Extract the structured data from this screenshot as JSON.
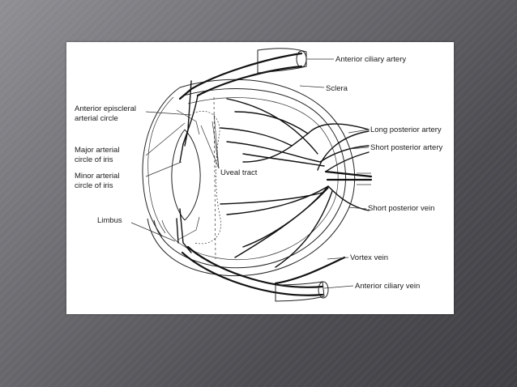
{
  "labels": {
    "anterior_ciliary_artery": "Anterior ciliary artery",
    "sclera": "Sclera",
    "anterior_episcleral_1": "Anterior episcleral",
    "anterior_episcleral_2": "arterial circle",
    "long_posterior_artery": "Long posterior artery",
    "short_posterior_artery": "Short posterior artery",
    "major_arterial_1": "Major arterial",
    "major_arterial_2": "circle of iris",
    "uveal_tract": "Uveal tract",
    "minor_arterial_1": "Minor arterial",
    "minor_arterial_2": "circle of iris",
    "short_posterior_vein": "Short posterior vein",
    "limbus": "Limbus",
    "vortex_vein": "Vortex vein",
    "anterior_ciliary_vein": "Anterior ciliary vein"
  }
}
